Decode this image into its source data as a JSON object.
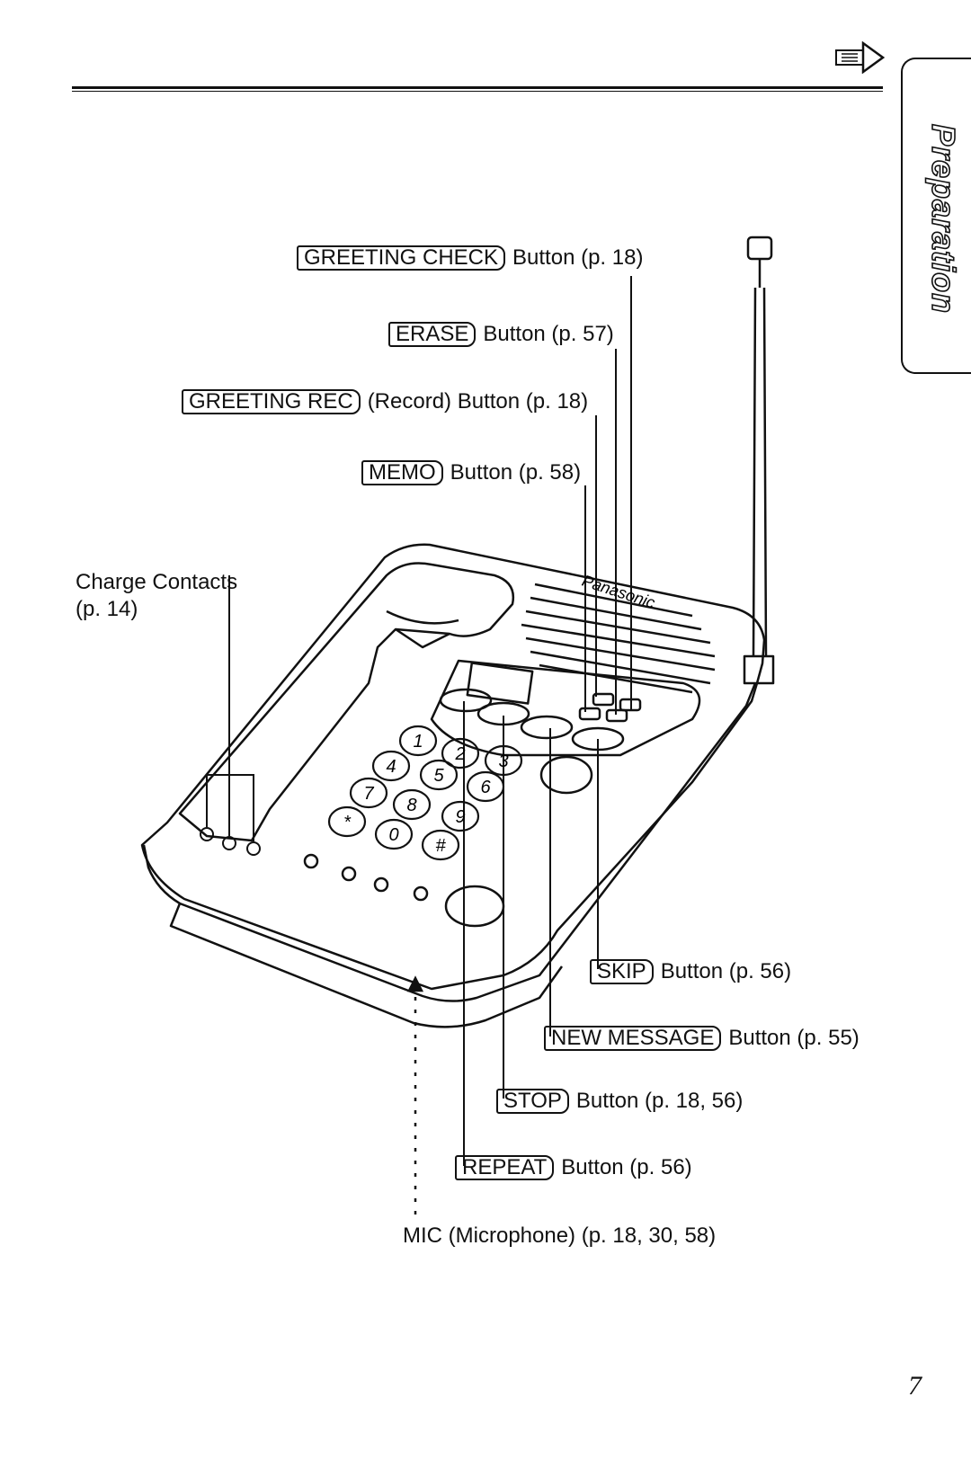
{
  "header": {
    "arrow_icon": "continue-arrow-icon",
    "tab_label": "Preparation"
  },
  "callouts": {
    "greeting_check": {
      "key": "GREETING CHECK",
      "text": "Button (p. 18)"
    },
    "erase": {
      "key": "ERASE",
      "text": "Button (p. 57)"
    },
    "greeting_rec": {
      "key": "GREETING REC",
      "text": "(Record) Button (p. 18)"
    },
    "memo": {
      "key": "MEMO",
      "text": "Button (p. 58)"
    },
    "charge_contacts": {
      "line1": "Charge Contacts",
      "line2": "(p. 14)"
    },
    "skip": {
      "key": "SKIP",
      "text": "Button (p. 56)"
    },
    "new_message": {
      "key": "NEW MESSAGE",
      "text": "Button (p. 55)"
    },
    "stop": {
      "key": "STOP",
      "text": "Button (p. 18, 56)"
    },
    "repeat": {
      "key": "REPEAT",
      "text": "Button (p. 56)"
    },
    "mic": {
      "text": "MIC (Microphone) (p. 18, 30, 58)"
    }
  },
  "phone": {
    "brand": "Panasonic",
    "keypad": [
      "1",
      "2",
      "3",
      "4",
      "5",
      "6",
      "7",
      "8",
      "9",
      "*",
      "0",
      "#"
    ]
  },
  "page_number": "7"
}
